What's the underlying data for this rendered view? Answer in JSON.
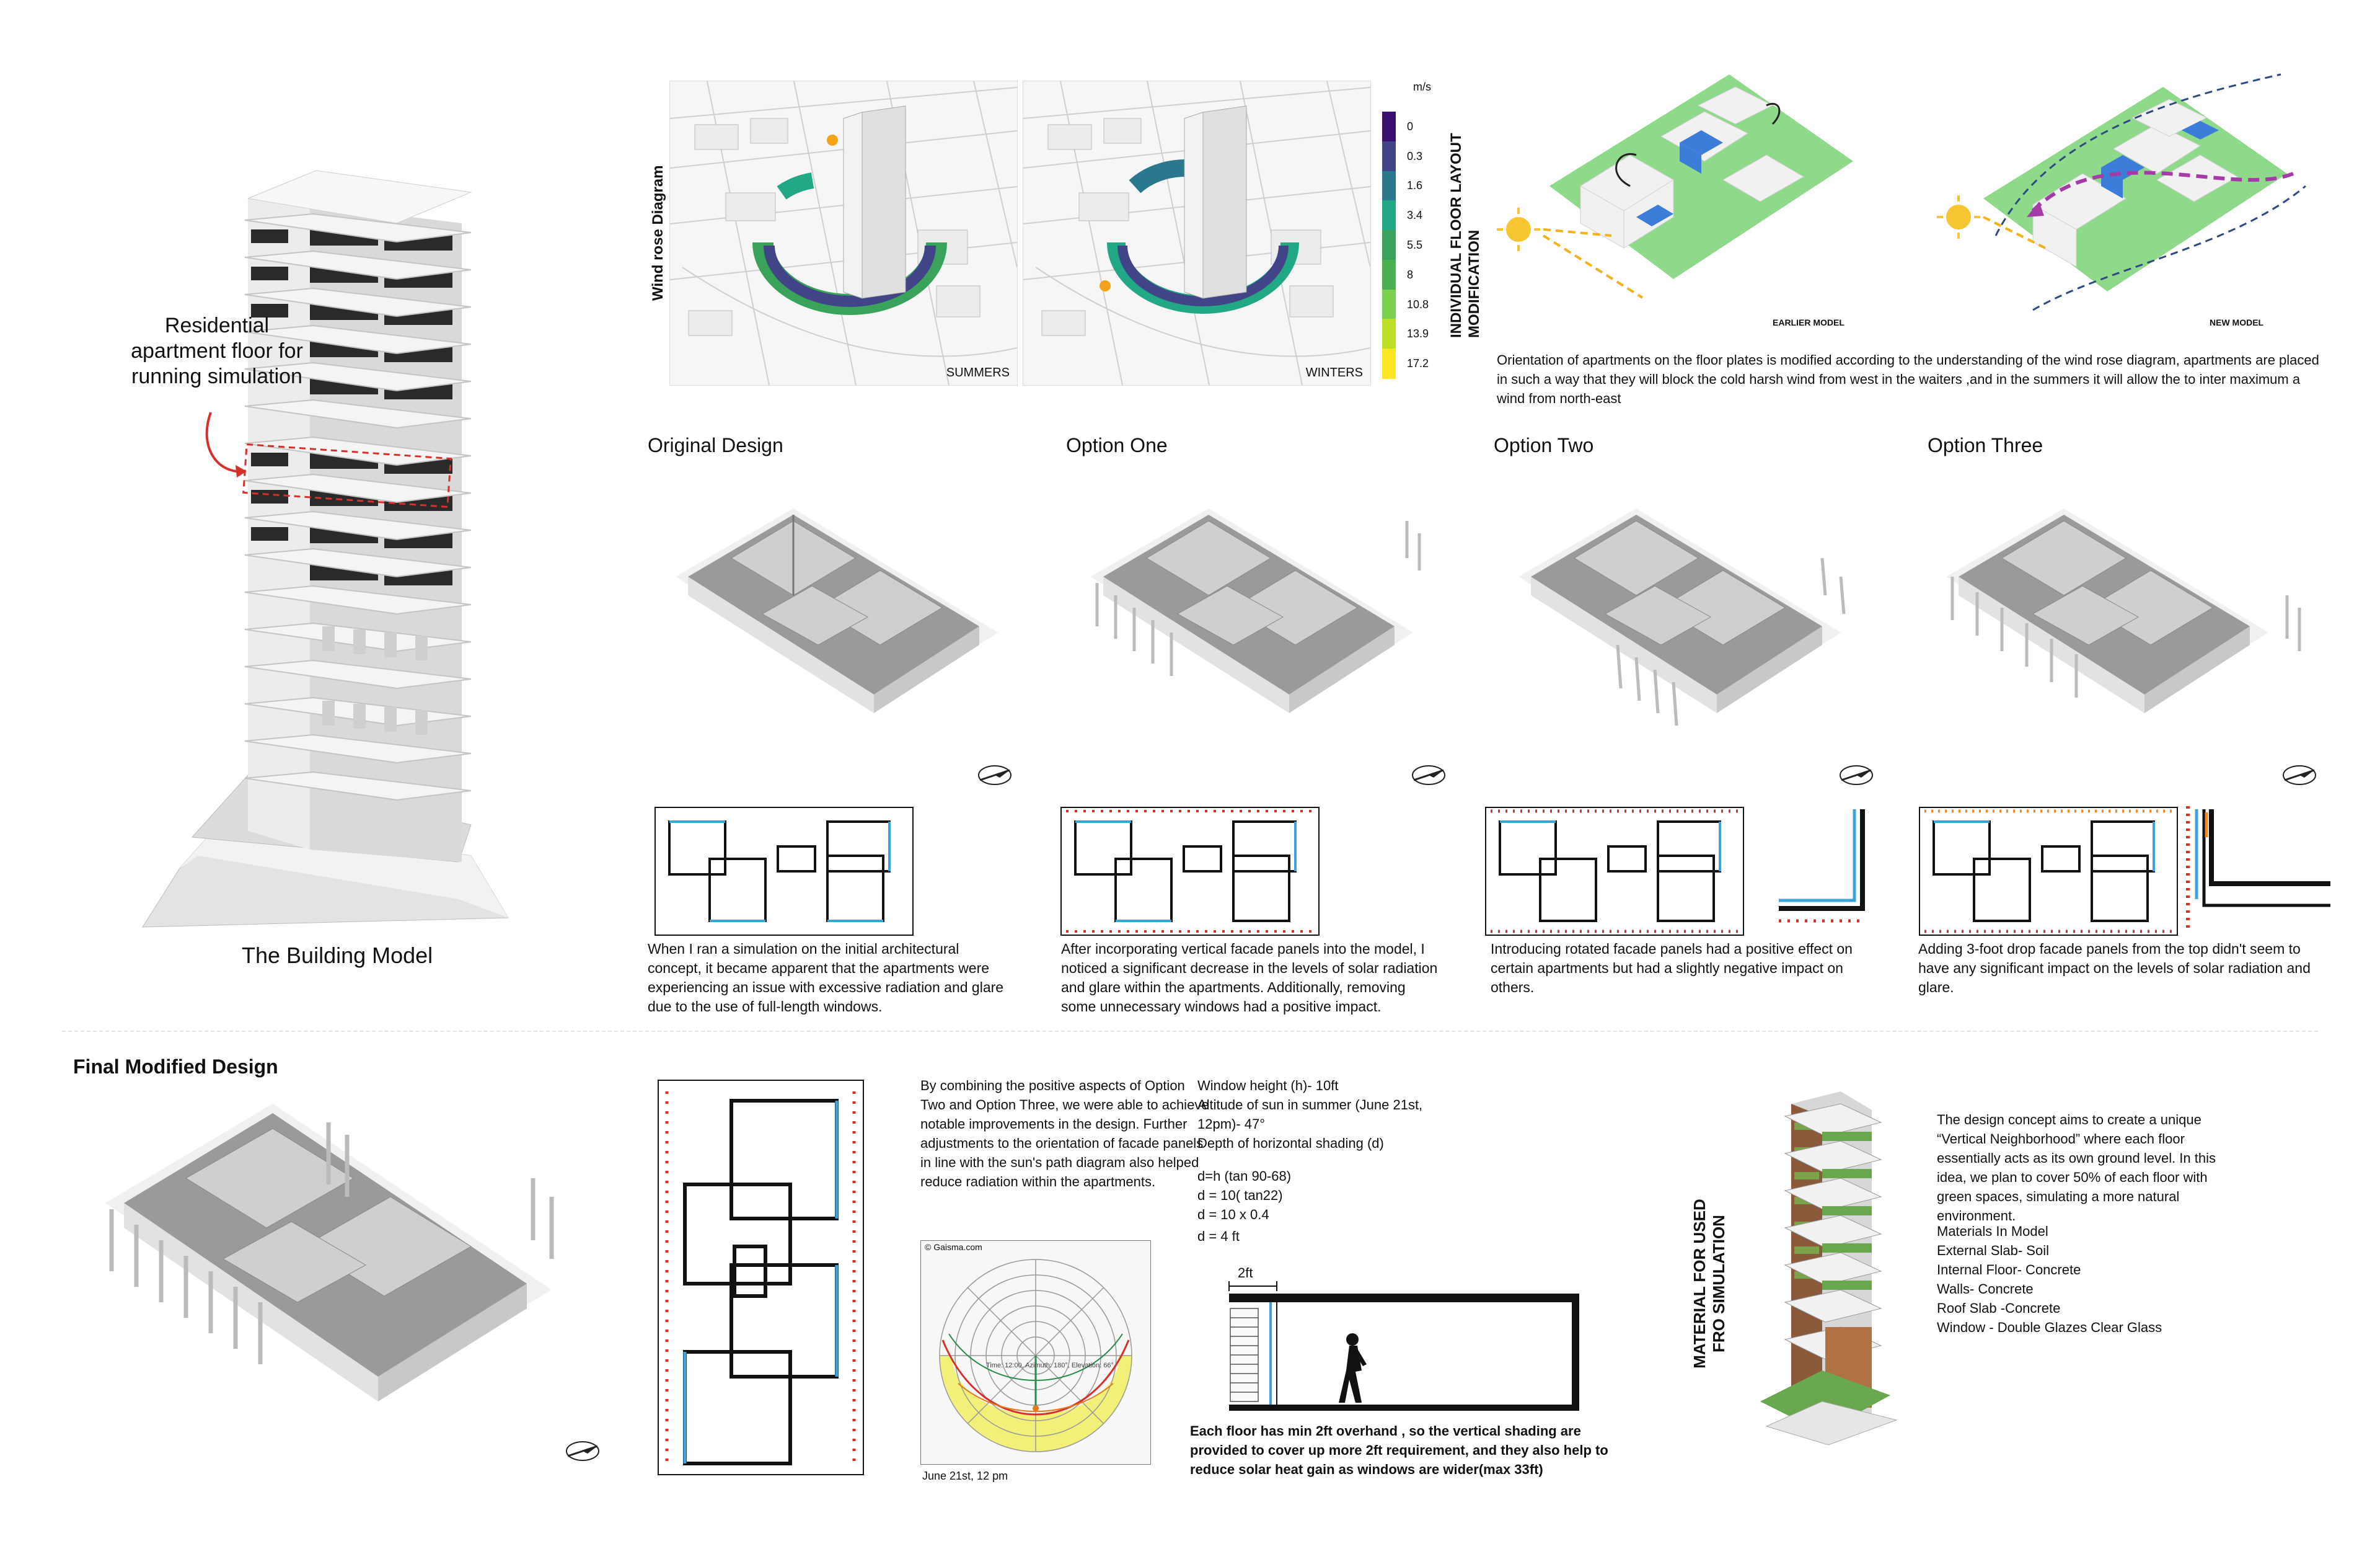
{
  "building": {
    "annotation": "Residential\napartment floor for\nrunning simulation",
    "title": "The Building Model"
  },
  "wind_rose": {
    "vertical_title": "Wind rose Diagram",
    "left_label": "SUMMERS",
    "right_label": "WINTERS",
    "legend_unit": "m/s",
    "legend_values": [
      "0",
      "0.3",
      "1.6",
      "3.4",
      "5.5",
      "8",
      "10.8",
      "13.9",
      "17.2"
    ],
    "legend_colors": [
      "#3b0f70",
      "#414487",
      "#2a788e",
      "#22a884",
      "#3aa35b",
      "#49b150",
      "#7ad151",
      "#bddf26",
      "#fde725"
    ]
  },
  "layout_mod": {
    "vertical_title": "INDIVIDUAL FLOOR LAYOUT MODIFICATION",
    "earlier_label": "EARLIER MODEL",
    "new_label": "NEW MODEL",
    "description": "Orientation of apartments on the floor plates is modified according to the understanding of the wind rose diagram, apartments are placed in such a way that they will block the cold harsh wind from west in the waiters ,and in the summers it will allow the to inter maximum a wind from north-east"
  },
  "options": [
    {
      "title": "Original Design",
      "text": "When I ran a simulation on the initial architectural concept, it became apparent that the apartments were experiencing an issue with excessive radiation and glare due to the use of full-length windows."
    },
    {
      "title": "Option One",
      "text": "After incorporating vertical facade panels into the model, I noticed a significant decrease in the levels of solar radiation and glare within the apartments. Additionally, removing some unnecessary windows had a positive impact."
    },
    {
      "title": "Option Two",
      "text": "Introducing rotated facade panels had a positive effect on certain apartments but had a slightly negative impact on others."
    },
    {
      "title": "Option Three",
      "text": "Adding 3-foot drop facade panels from the top didn't seem to have any significant impact on the levels of solar radiation and glare."
    }
  ],
  "final": {
    "title": "Final Modified Design",
    "description": "By combining the positive aspects of Option Two and Option Three, we were able to achieve notable improvements in the design. Further adjustments to the orientation of facade panels in line with the sun's path diagram also helped reduce radiation within the apartments.",
    "sunpath_header": "© Gaisma.com",
    "sunpath_caption": "June 21st, 12 pm",
    "sunpath_note": "Time: 12:00, Azimuth: 180°, Elevation: 66°",
    "calc": [
      "Window height (h)- 10ft",
      "Altitude of sun in summer (June 21st, 12pm)- 47°",
      "Depth of horizontal shading (d)",
      "",
      "d=h (tan 90-68)",
      "d = 10( tan22)",
      "d = 10 x 0.4",
      "d = 4 ft"
    ],
    "overhang_label": "2ft",
    "overhang_note": "Each floor has min 2ft overhand , so the vertical shading are provided to cover up more 2ft requirement, and they also help to reduce solar heat gain as windows are wider(max 33ft)"
  },
  "materials": {
    "vertical_title": "MATERIAL FOR USED FRO SIMULATION",
    "intro": "The design concept aims to create a unique “Vertical Neighborhood” where each floor essentially acts as its own ground level. In this idea, we plan to cover 50% of each floor with green spaces, simulating a more natural environment.",
    "heading": "Materials In Model",
    "items": [
      "External Slab- Soil",
      "Internal Floor- Concrete",
      "Walls- Concrete",
      "Roof Slab -Concrete",
      "Window - Double Glazes Clear Glass"
    ]
  }
}
